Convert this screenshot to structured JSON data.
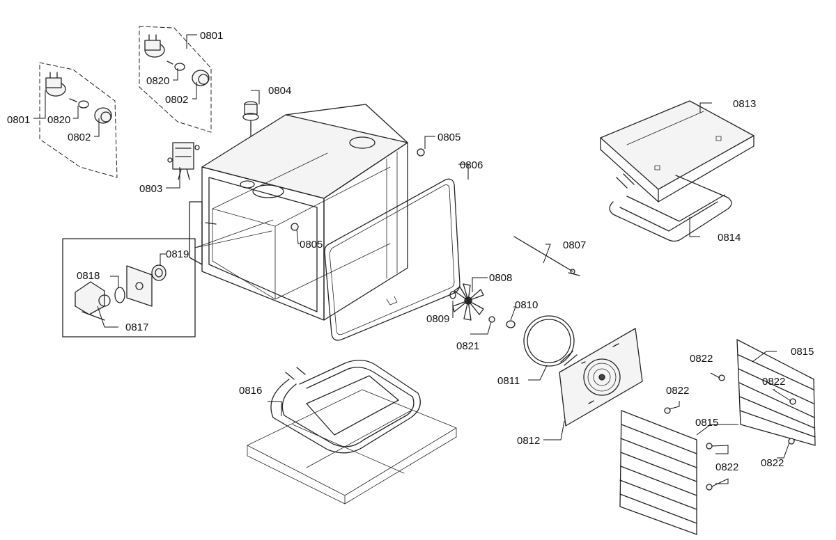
{
  "callouts": {
    "c0801a": "0801",
    "c0801b": "0801",
    "c0802a": "0802",
    "c0802b": "0802",
    "c0803": "0803",
    "c0804": "0804",
    "c0805a": "0805",
    "c0805b": "0805",
    "c0806": "0806",
    "c0807": "0807",
    "c0808": "0808",
    "c0809": "0809",
    "c0810": "0810",
    "c0811": "0811",
    "c0812": "0812",
    "c0813": "0813",
    "c0814": "0814",
    "c0815a": "0815",
    "c0815b": "0815",
    "c0816": "0816",
    "c0817": "0817",
    "c0818": "0818",
    "c0819": "0819",
    "c0820a": "0820",
    "c0820b": "0820",
    "c0821": "0821",
    "c0822a": "0822",
    "c0822b": "0822",
    "c0822c": "0822",
    "c0822d": "0822",
    "c0822e": "0822"
  }
}
